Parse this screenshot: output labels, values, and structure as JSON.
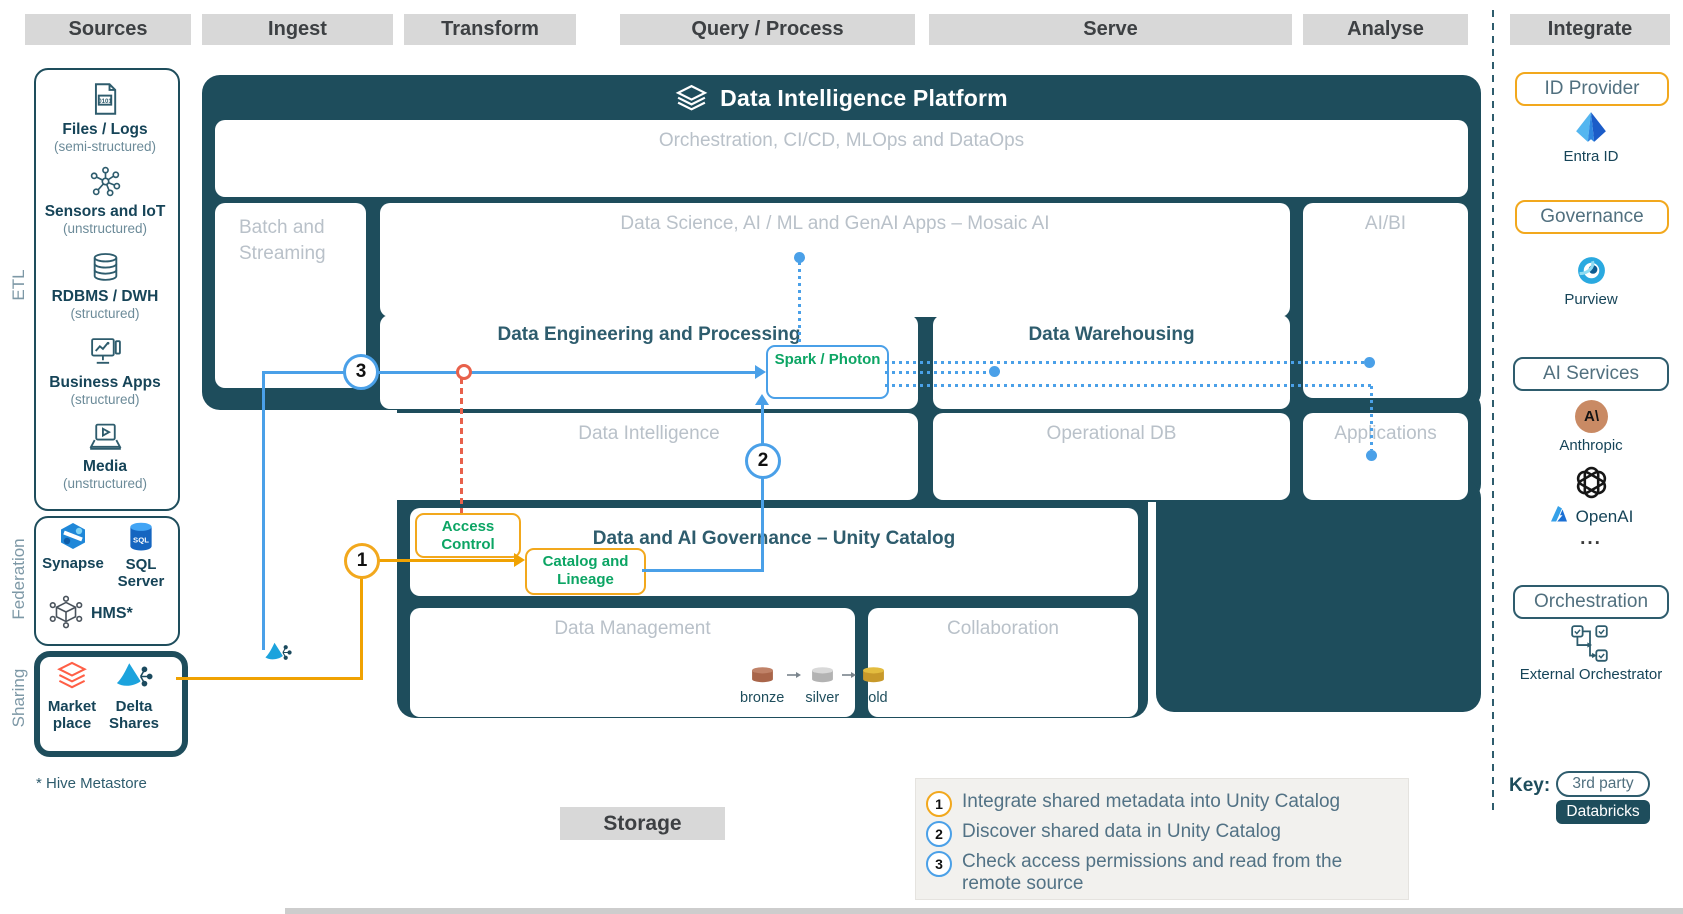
{
  "header": {
    "columns": [
      "Sources",
      "Ingest",
      "Transform",
      "Query / Process",
      "Serve",
      "Analyse",
      "Integrate"
    ]
  },
  "sidebar": {
    "etl": "ETL",
    "federation": "Federation",
    "sharing": "Sharing",
    "sources": [
      {
        "name": "Files / Logs",
        "qualifier": "(semi-structured)"
      },
      {
        "name": "Sensors and IoT",
        "qualifier": "(unstructured)"
      },
      {
        "name": "RDBMS / DWH",
        "qualifier": "(structured)"
      },
      {
        "name": "Business Apps",
        "qualifier": "(structured)"
      },
      {
        "name": "Media",
        "qualifier": "(unstructured)"
      }
    ],
    "synapse": "Synapse",
    "sql_server": "SQL Server",
    "hms": "HMS*",
    "marketplace": "Market place",
    "delta_shares": "Delta Shares",
    "footnote": "* Hive Metastore"
  },
  "platform": {
    "title": "Data Intelligence Platform",
    "orchestration": "Orchestration, CI/CD, MLOps and DataOps",
    "batch_streaming": "Batch and Streaming",
    "data_science": "Data Science, AI / ML and GenAI Apps – Mosaic AI",
    "ai_bi": "AI/BI",
    "data_engineering": "Data Engineering and Processing",
    "spark_photon": "Spark / Photon",
    "data_warehousing": "Data Warehousing",
    "data_intelligence": "Data Intelligence",
    "operational_db": "Operational DB",
    "applications": "Applications",
    "unity_catalog": "Data and AI Governance – Unity Catalog",
    "access_control": "Access Control",
    "catalog_lineage": "Catalog and Lineage",
    "data_management": "Data Management",
    "collaboration": "Collaboration",
    "medallion": {
      "bronze": "bronze",
      "silver": "silver",
      "gold": "gold"
    }
  },
  "storage": "Storage",
  "integrate_panel": {
    "id_provider": "ID Provider",
    "entra_id": "Entra ID",
    "governance": "Governance",
    "purview": "Purview",
    "ai_services": "AI Services",
    "anthropic": "Anthropic",
    "anthropic_glyph": "A\\",
    "openai": "OpenAI",
    "more": "...",
    "orchestration": "Orchestration",
    "external_orchestrator": "External Orchestrator"
  },
  "steps": {
    "s1": "1",
    "s2": "2",
    "s3": "3"
  },
  "notes": [
    {
      "num": "1",
      "text": "Integrate shared metadata into Unity Catalog"
    },
    {
      "num": "2",
      "text": "Discover shared data in Unity Catalog"
    },
    {
      "num": "3",
      "text": "Check access permissions and read from the remote source"
    }
  ],
  "key": {
    "label": "Key:",
    "third_party": "3rd party",
    "databricks": "Databricks"
  },
  "colors": {
    "teal": "#1e4d5c",
    "blue": "#4aa0e8",
    "yellow": "#f2a81d",
    "green": "#0ca564",
    "red": "#e8614b"
  }
}
